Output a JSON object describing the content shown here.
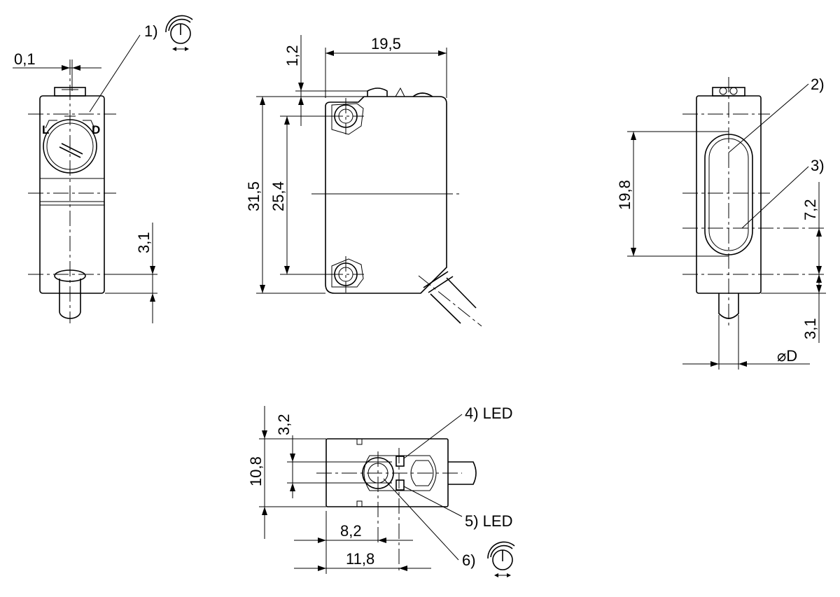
{
  "dimensions": {
    "front_gap": "0,1",
    "front_offset": "3,1",
    "side_width": "19,5",
    "side_top_offset": "1,2",
    "side_height": "31,5",
    "side_hole_spacing": "25,4",
    "lens_height": "19,8",
    "lens_offset": "7,2",
    "cable_offset": "3,1",
    "cable_diameter": "⌀D",
    "top_depth": "10,8",
    "top_offset": "3,2",
    "top_pos_1": "8,2",
    "top_pos_2": "11,8"
  },
  "callouts": {
    "c1": "1)",
    "c2": "2)",
    "c3": "3)",
    "c4": "4) LED",
    "c5": "5) LED",
    "c6": "6)"
  },
  "switch_letters": {
    "left": "L",
    "right": "D"
  }
}
